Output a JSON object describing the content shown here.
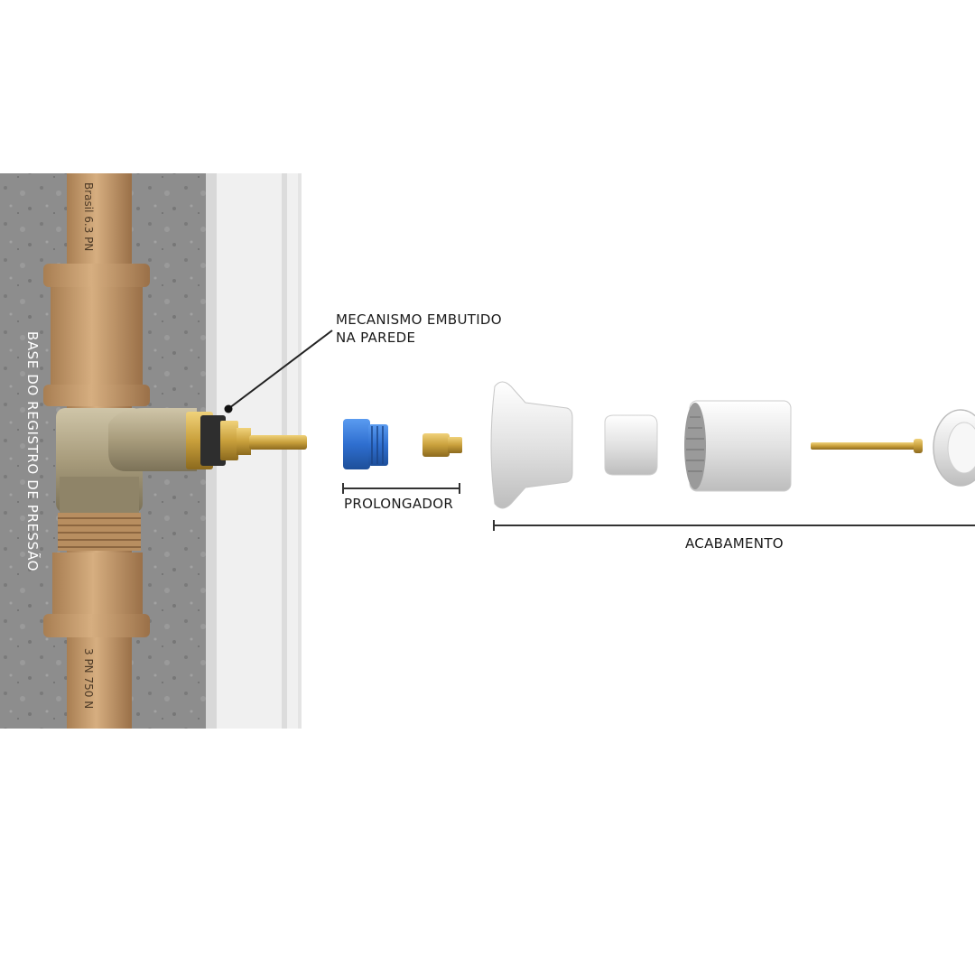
{
  "labels": {
    "base": "BASE DO REGISTRO DE PRESSÃO",
    "mechanism_line1": "MECANISMO EMBUTIDO",
    "mechanism_line2": "NA PAREDE",
    "extender": "PROLONGADOR",
    "finish": "ACABAMENTO"
  },
  "pipe_print": {
    "top": "Brasil  6.3  PN",
    "bottom": "3  PN  750  N"
  },
  "colors": {
    "concrete": "#8a8a8a",
    "pipe": "#c19a6b",
    "brass": "#c8a040",
    "blue_cap": "#2f6fd0",
    "wall_white": "#f2f2f2",
    "chrome": "#e6e6e6"
  }
}
